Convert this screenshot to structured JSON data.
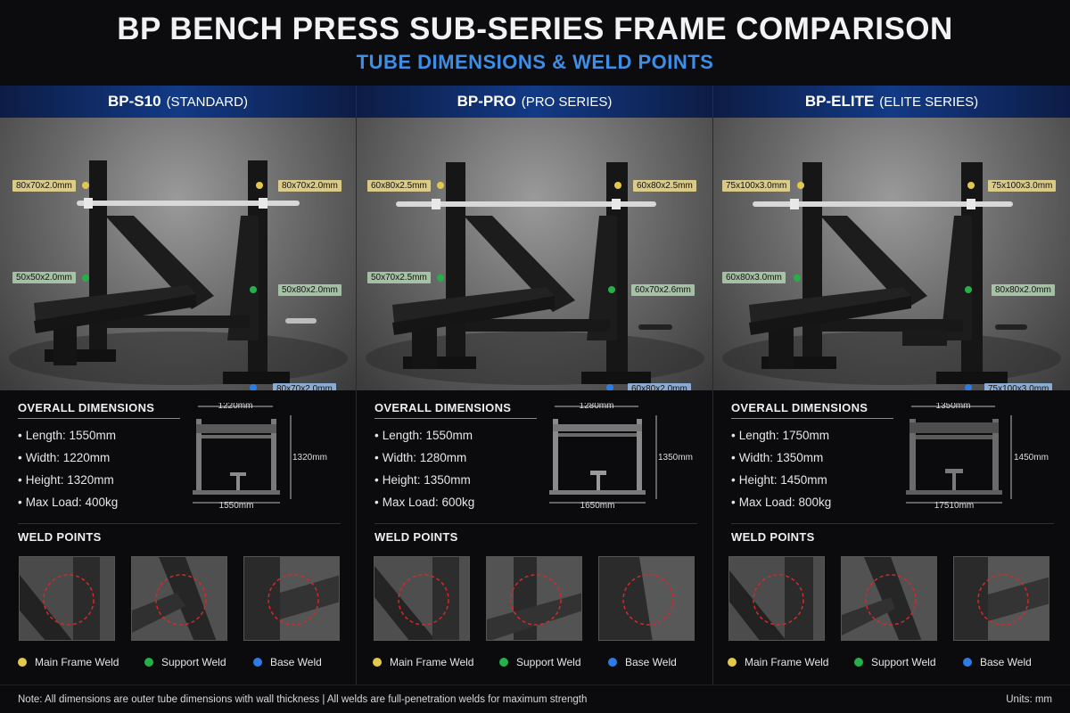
{
  "header": {
    "title": "BP BENCH PRESS SUB-SERIES FRAME COMPARISON",
    "subtitle": "TUBE DIMENSIONS & WELD POINTS"
  },
  "colors": {
    "main_frame_weld": "#e3c84b",
    "support_weld": "#25b04a",
    "base_weld": "#2d7be5",
    "accent_blue": "#3f8ee6"
  },
  "section_titles": {
    "overall": "OVERALL DIMENSIONS",
    "welds": "WELD POINTS"
  },
  "legend": {
    "main": "Main Frame Weld",
    "support": "Support Weld",
    "base": "Base Weld"
  },
  "columns": [
    {
      "model": "BP-S10",
      "series": "(STANDARD)",
      "tubes": {
        "upright_left": "80x70x2.0mm",
        "upright_right": "80x70x2.0mm",
        "support_left": "50x50x2.0mm",
        "support_right": "50x80x2.0mm",
        "base": "80x70x2.0mm"
      },
      "specs": {
        "length": "Length: 1550mm",
        "width": "Width: 1220mm",
        "height": "Height: 1320mm",
        "load": "Max Load: 400kg"
      },
      "diagram": {
        "top": "1220mm",
        "side": "1320mm",
        "bottom": "1550mm"
      }
    },
    {
      "model": "BP-PRO",
      "series": "(PRO SERIES)",
      "tubes": {
        "upright_left": "60x80x2.5mm",
        "upright_right": "60x80x2.5mm",
        "support_left": "50x70x2.5mm",
        "support_right": "60x70x2.6mm",
        "base": "60x80x2.0mm"
      },
      "specs": {
        "length": "Length: 1550mm",
        "width": "Width: 1280mm",
        "height": "Height: 1350mm",
        "load": "Max Load: 600kg"
      },
      "diagram": {
        "top": "1280mm",
        "side": "1350mm",
        "bottom": "1650mm"
      }
    },
    {
      "model": "BP-ELITE",
      "series": "(ELITE SERIES)",
      "tubes": {
        "upright_left": "75x100x3.0mm",
        "upright_right": "75x100x3.0mm",
        "support_left": "60x80x3.0mm",
        "support_right": "80x80x2.0mm",
        "base": "75x100x3.0mm"
      },
      "specs": {
        "length": "Length: 1750mm",
        "width": "Width: 1350mm",
        "height": "Height: 1450mm",
        "load": "Max Load: 800kg"
      },
      "diagram": {
        "top": "1350mm",
        "side": "1450mm",
        "bottom": "17510mm"
      }
    }
  ],
  "footer": {
    "note": "Note: All dimensions are outer tube dimensions with wall thickness | All welds are full-penetration welds for maximum strength",
    "units": "Units: mm"
  }
}
